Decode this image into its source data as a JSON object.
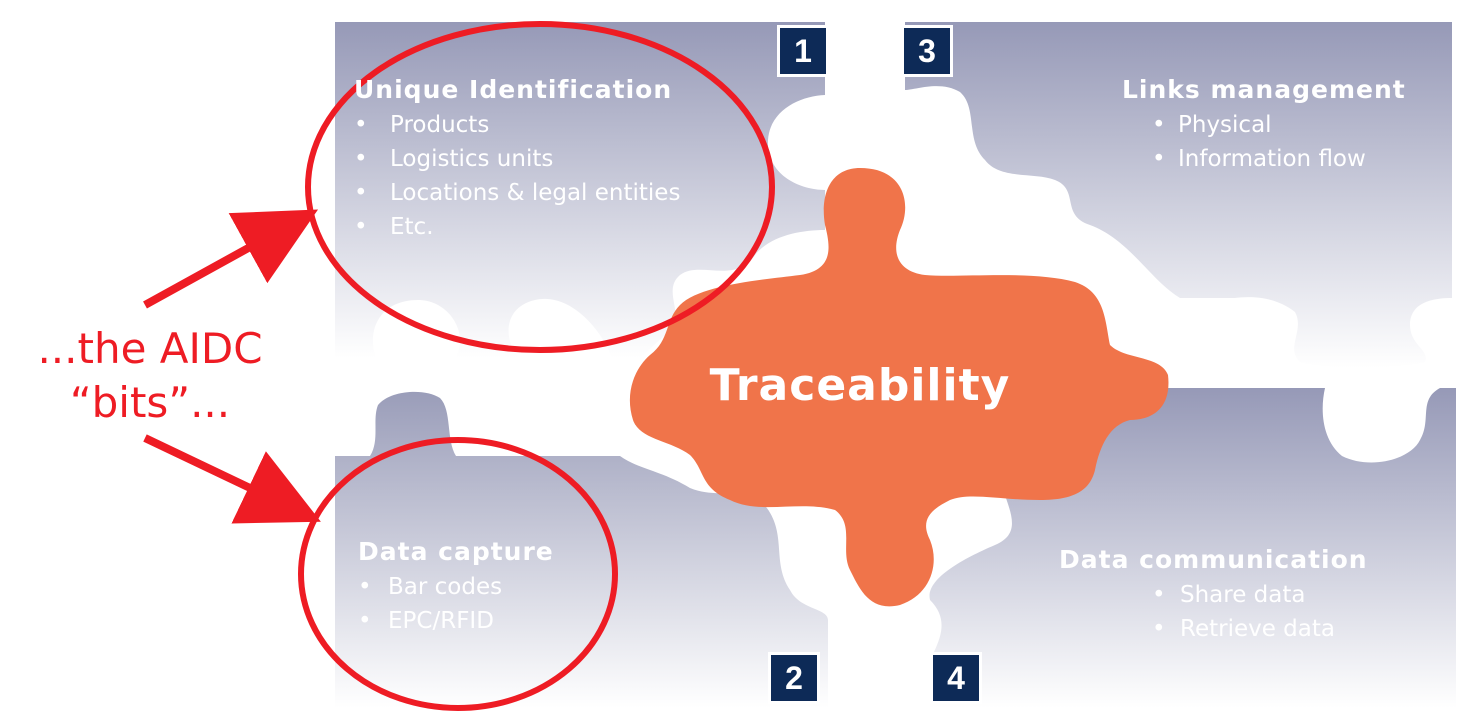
{
  "quadrants": {
    "q1": {
      "number": "1",
      "title": "Unique Identification",
      "items": [
        "Products",
        "Logistics units",
        "Locations & legal entities",
        "Etc."
      ]
    },
    "q2": {
      "number": "2",
      "title": "Data capture",
      "items": [
        "Bar codes",
        "EPC/RFID"
      ]
    },
    "q3": {
      "number": "3",
      "title": "Links management",
      "items": [
        "Physical",
        "Information flow"
      ]
    },
    "q4": {
      "number": "4",
      "title": "Data communication",
      "items": [
        "Share data",
        "Retrieve data"
      ]
    }
  },
  "center": {
    "label": "Traceability"
  },
  "annotation": {
    "line1": "...the AIDC",
    "line2": "“bits”..."
  },
  "bullet": "•",
  "colors": {
    "puzzle_gray_top": "#9699b7",
    "puzzle_gray_bottom": "#ffffff",
    "center_orange": "#f0744a",
    "number_box": "#0d2a57",
    "highlight_red": "#ee1c24"
  }
}
